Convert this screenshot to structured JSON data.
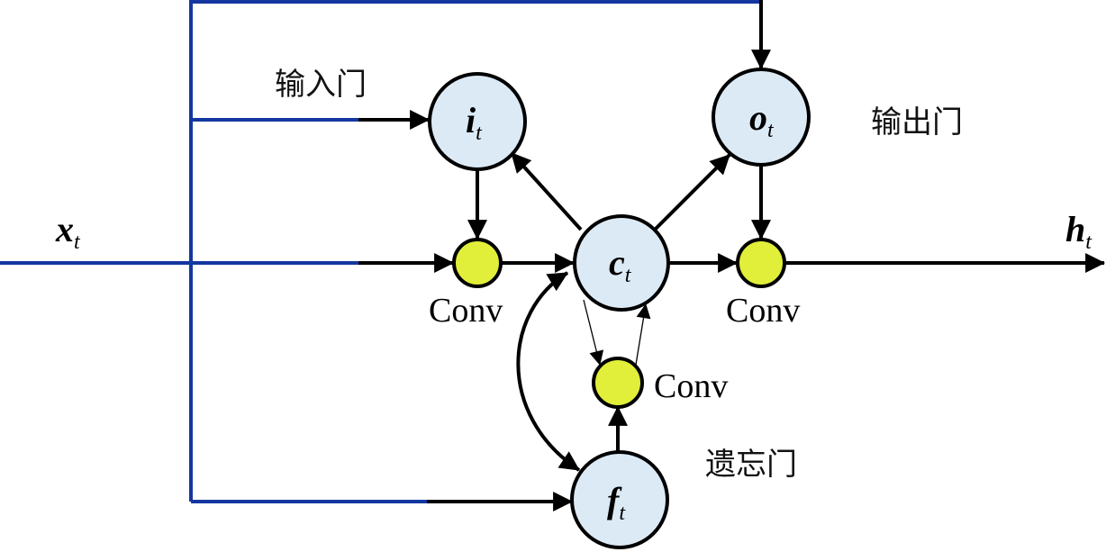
{
  "diagram": {
    "type": "ConvLSTM cell",
    "colors": {
      "input_line": "#1437a0",
      "flow_line": "#000000",
      "gate_fill": "#dceaf6",
      "conv_fill": "#e1ef3a",
      "stroke": "#000000"
    },
    "nodes": {
      "input_gate": {
        "symbol": "i",
        "sub": "t"
      },
      "output_gate": {
        "symbol": "o",
        "sub": "t"
      },
      "cell_state": {
        "symbol": "c",
        "sub": "t"
      },
      "forget_gate": {
        "symbol": "f",
        "sub": "t"
      },
      "conv_input": {
        "label": "Conv"
      },
      "conv_output": {
        "label": "Conv"
      },
      "conv_forget": {
        "label": "Conv"
      }
    },
    "io": {
      "input": {
        "symbol": "x",
        "sub": "t"
      },
      "output": {
        "symbol": "h",
        "sub": "t"
      }
    },
    "labels": {
      "input_gate": "输入门",
      "output_gate": "输出门",
      "forget_gate": "遗忘门"
    },
    "edges": [
      {
        "from": "x_t",
        "to": "input_gate"
      },
      {
        "from": "x_t",
        "to": "output_gate"
      },
      {
        "from": "x_t",
        "to": "forget_gate"
      },
      {
        "from": "x_t",
        "to": "conv_input"
      },
      {
        "from": "input_gate",
        "to": "conv_input"
      },
      {
        "from": "conv_input",
        "to": "cell_state"
      },
      {
        "from": "cell_state",
        "to": "input_gate"
      },
      {
        "from": "cell_state",
        "to": "output_gate"
      },
      {
        "from": "cell_state",
        "to": "conv_output"
      },
      {
        "from": "output_gate",
        "to": "conv_output"
      },
      {
        "from": "conv_output",
        "to": "h_t"
      },
      {
        "from": "cell_state",
        "to": "conv_forget"
      },
      {
        "from": "conv_forget",
        "to": "cell_state"
      },
      {
        "from": "forget_gate",
        "to": "conv_forget"
      },
      {
        "from": "cell_state",
        "to": "forget_gate",
        "bidirectional": true
      }
    ]
  }
}
